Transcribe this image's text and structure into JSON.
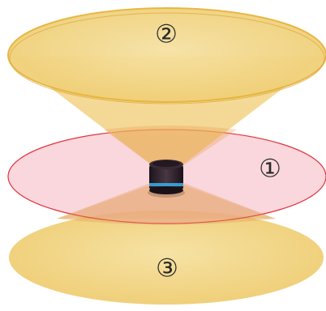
{
  "zones": {
    "plane_label": "①",
    "cone_label": "②",
    "bottom_label": "③"
  },
  "colors": {
    "plane_fill": "#f4b6bf",
    "plane_stroke": "#e0343d",
    "cone_fill": "#f1cf6f",
    "cone_rim": "#e7b43a",
    "bottom_fill": "#f2d685",
    "sensor_body": "#2b1f2a",
    "sensor_ring": "#3aa8e0"
  },
  "icons": {
    "sensor": "lidar-sensor-icon"
  }
}
